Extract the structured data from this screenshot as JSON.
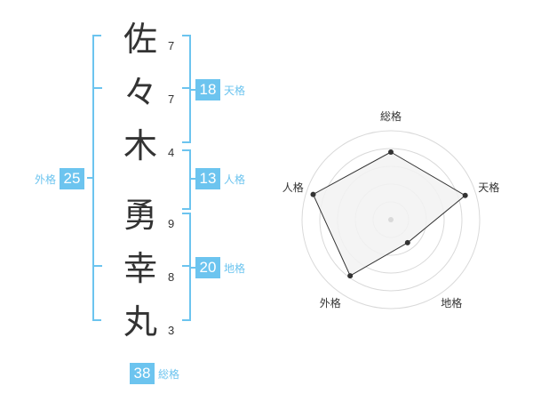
{
  "name": {
    "chars": [
      {
        "char": "佐",
        "strokes": "7"
      },
      {
        "char": "々",
        "strokes": "7"
      },
      {
        "char": "木",
        "strokes": "4"
      },
      {
        "char": "勇",
        "strokes": "9"
      },
      {
        "char": "幸",
        "strokes": "8"
      },
      {
        "char": "丸",
        "strokes": "3"
      }
    ]
  },
  "fortunes": {
    "tenkaku": {
      "value": "18",
      "label": "天格"
    },
    "jinkaku": {
      "value": "13",
      "label": "人格"
    },
    "chikaku": {
      "value": "20",
      "label": "地格"
    },
    "gaikaku": {
      "value": "25",
      "label": "外格"
    },
    "soukaku": {
      "value": "38",
      "label": "総格"
    }
  },
  "colors": {
    "accent": "#6cc4ef",
    "text": "#333333",
    "radar_fill": "#f2f2f2",
    "radar_ring": "#d9d9d9"
  },
  "chart_data": {
    "type": "radar",
    "axes": [
      "総格",
      "天格",
      "地格",
      "外格",
      "人格"
    ],
    "levels": 5,
    "values": [
      3.8,
      4.4,
      1.6,
      3.9,
      4.6
    ],
    "max": 5
  }
}
